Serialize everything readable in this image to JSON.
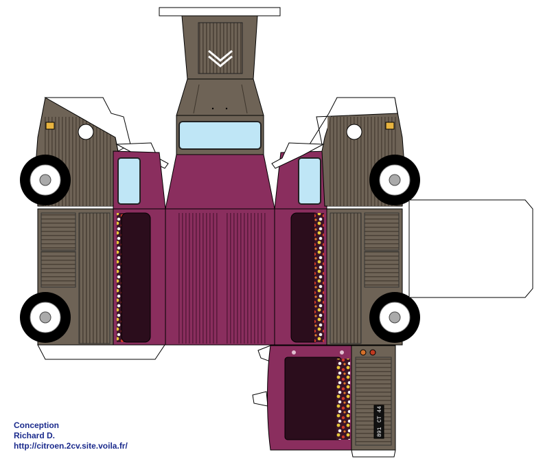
{
  "credits": {
    "line1": "Conception",
    "line2": "Richard D.",
    "line3": "http://citroen.2cv.site.voila.fr/"
  },
  "plate": {
    "left": "891",
    "right": "CT 44"
  },
  "colors": {
    "body_taupe": "#6e6356",
    "body_taupe_dark": "#4d443a",
    "plum": "#8a2e5e",
    "plum_dark": "#6a1f47",
    "window_blue": "#bfe6f6",
    "interior_dark": "#2b0d1c",
    "credit_blue": "#1a2a8c"
  }
}
